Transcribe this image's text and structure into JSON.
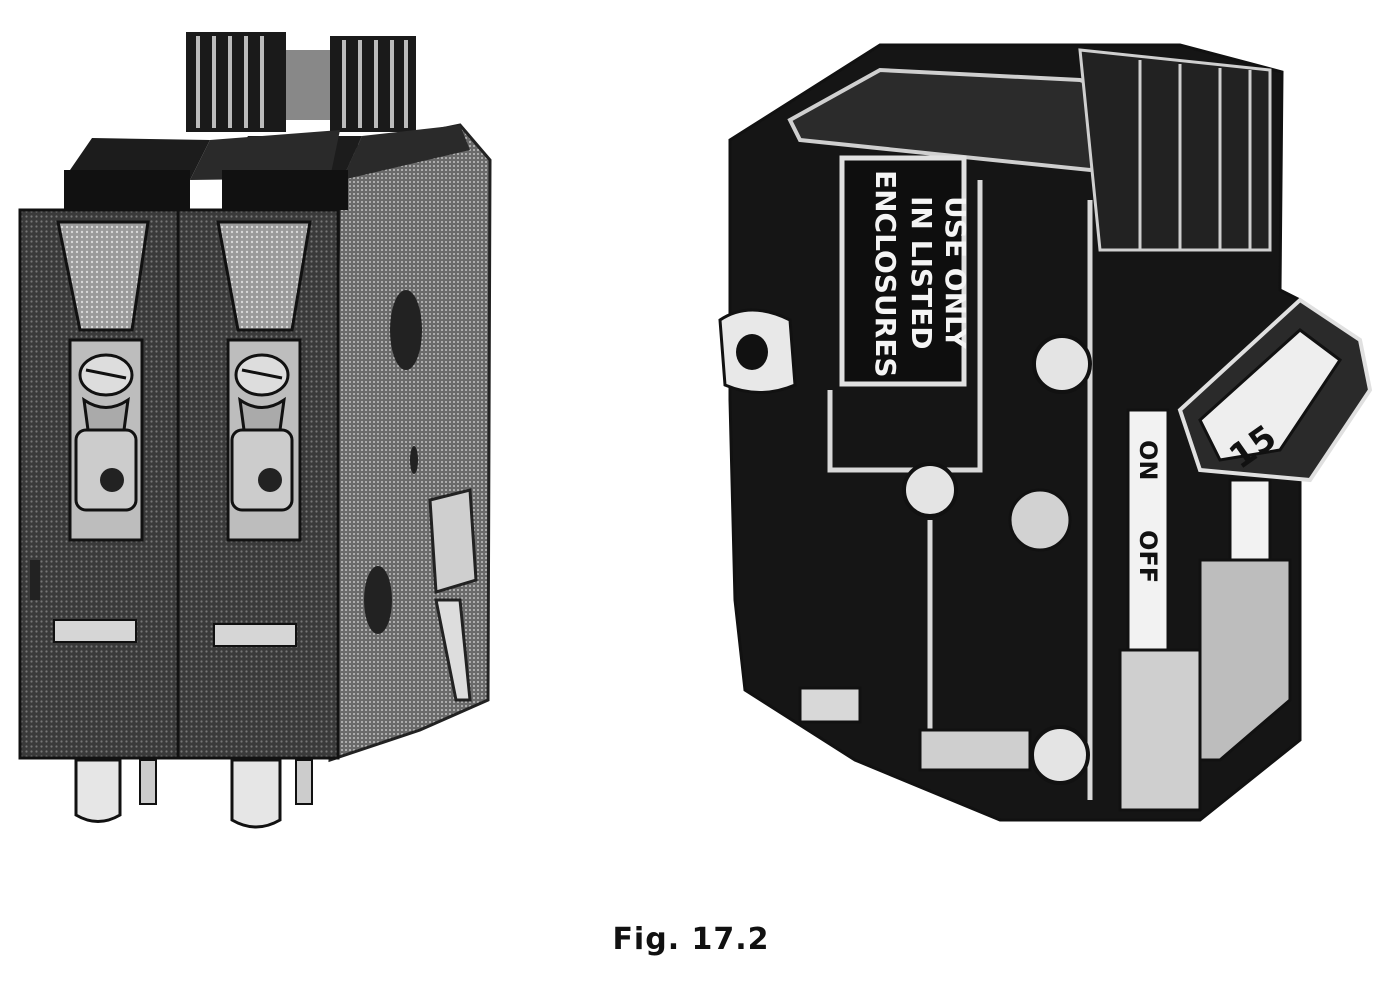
{
  "figure": {
    "caption": "Fig. 17.2"
  },
  "breaker_right": {
    "label_line_1": "USE ONLY",
    "label_line_2": "IN LISTED",
    "label_line_3": "ENCLOSURES",
    "handle_rating": "15",
    "on_text": "ON",
    "off_text": "OFF"
  },
  "colors": {
    "background": "#ffffff",
    "ink": "#111111",
    "mid_gray": "#555555",
    "light_gray": "#b8b8b8"
  }
}
